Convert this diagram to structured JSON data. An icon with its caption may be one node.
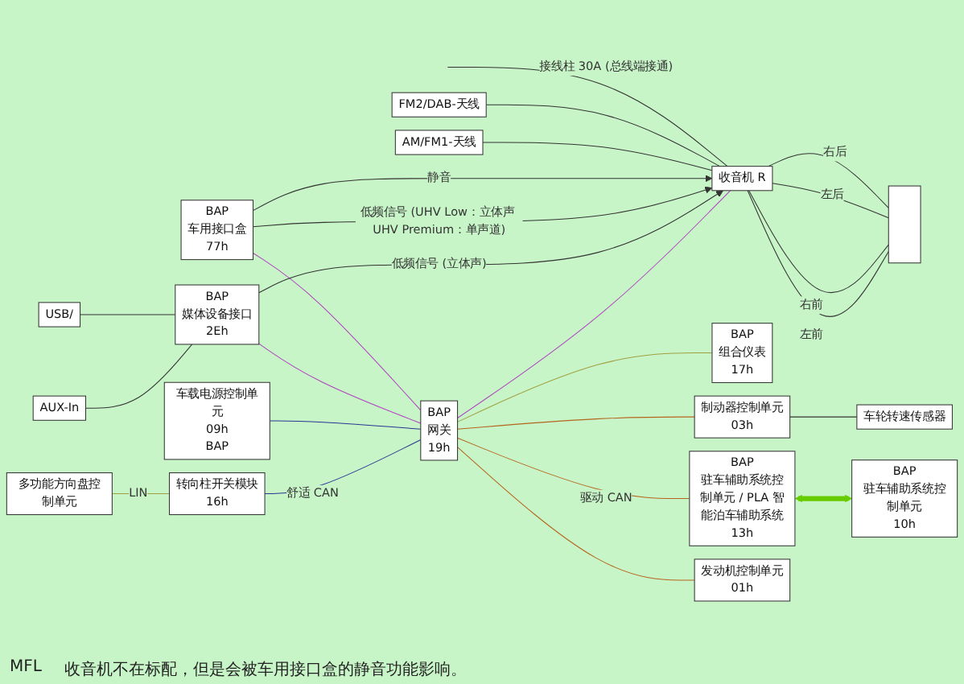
{
  "diagram": {
    "nodes": [
      {
        "text": [
          "多功能方向盘控制单元"
        ]
      },
      {
        "text": [
          "转向柱开关模块",
          "16h"
        ]
      },
      {
        "text": [
          "车载电源控制单元",
          "09h",
          "BAP"
        ]
      },
      {
        "text": [
          "BAP",
          "媒体设备接口",
          "2Eh"
        ]
      },
      {
        "text": [
          "BAP",
          "车用接口盒",
          "77h"
        ]
      },
      {
        "text": [
          "BAP",
          "网关",
          "19h"
        ]
      },
      {
        "text": [
          "收音机 R"
        ]
      },
      {
        "text": [],
        "shape": "box"
      },
      {
        "text": [
          "BAP",
          "组合仪表",
          "17h"
        ]
      },
      {
        "text": [
          "制动器控制单元",
          "03h"
        ]
      },
      {
        "text": [
          "BAP",
          "驻车辅助系统控制单元 / PLA 智能泊车辅助系统",
          "13h"
        ]
      },
      {
        "text": [
          "发动机控制单元",
          "01h"
        ]
      },
      {
        "text": [
          "BAP",
          "驻车辅助系统控制单元",
          "10h"
        ]
      },
      {
        "text": [
          "车轮转速传感器"
        ]
      },
      {
        "text": [
          "AUX-In"
        ]
      },
      {
        "text": [
          "USB/"
        ]
      },
      {
        "text": [
          "AM/FM1-天线"
        ]
      },
      {
        "text": [
          "FM2/DAB-天线"
        ]
      }
    ],
    "edges": [
      {
        "from": 0,
        "to": 1,
        "arrow": "none",
        "label": "LIN",
        "color": "#a0a040"
      },
      {
        "from": 1,
        "to": 5,
        "arrow": "none",
        "label": "舒适 CAN",
        "color": "#283593"
      },
      {
        "from": 2,
        "to": 5,
        "arrow": "none",
        "color": "#283593"
      },
      {
        "from": 14,
        "to": 3,
        "arrow": "none"
      },
      {
        "from": 15,
        "to": 3,
        "arrow": "none"
      },
      {
        "from": 3,
        "to": 5,
        "arrow": "none",
        "color": "#b040c0"
      },
      {
        "from": 4,
        "to": 5,
        "arrow": "none",
        "color": "#b040c0"
      },
      {
        "from": 5,
        "to": 6,
        "arrow": "none",
        "color": "#b040c0"
      },
      {
        "from": 3,
        "to": 6,
        "arrow": "to",
        "label": "低频信号 (立体声)"
      },
      {
        "from": 4,
        "to": 6,
        "arrow": "to",
        "label": "低频信号 (UHV Low：立体声 UHV Premium：单声道)"
      },
      {
        "from": 4,
        "to": 6,
        "arrow": "to",
        "label": "静音"
      },
      {
        "from": 16,
        "to": 6,
        "arrow": "none"
      },
      {
        "from": 17,
        "to": 6,
        "arrow": "none"
      },
      {
        "from": null,
        "to": 6,
        "arrow": "none",
        "label": "接线柱 30A (总线端接通)"
      },
      {
        "from": 6,
        "to": 7,
        "arrow": "none",
        "label": "左前"
      },
      {
        "from": 6,
        "to": 7,
        "arrow": "none",
        "label": "右前"
      },
      {
        "from": 6,
        "to": 7,
        "arrow": "none",
        "label": "左后"
      },
      {
        "from": 6,
        "to": 7,
        "arrow": "none",
        "label": "右后"
      },
      {
        "from": 5,
        "to": 8,
        "arrow": "none",
        "color": "#a0a040"
      },
      {
        "from": 5,
        "to": 9,
        "arrow": "none",
        "color": "#b5651d"
      },
      {
        "from": 5,
        "to": 10,
        "arrow": "none",
        "label": "驱动 CAN",
        "color": "#b5651d"
      },
      {
        "from": 5,
        "to": 11,
        "arrow": "none",
        "color": "#b5651d"
      },
      {
        "from": 10,
        "to": 12,
        "arrow": "both",
        "style": "thick",
        "color": "#66cc00"
      },
      {
        "from": 9,
        "to": 13,
        "arrow": "none"
      }
    ],
    "labels": [
      "MFL",
      "收音机不在标配，但是会被车用接口盒的静音功能影响。"
    ]
  }
}
